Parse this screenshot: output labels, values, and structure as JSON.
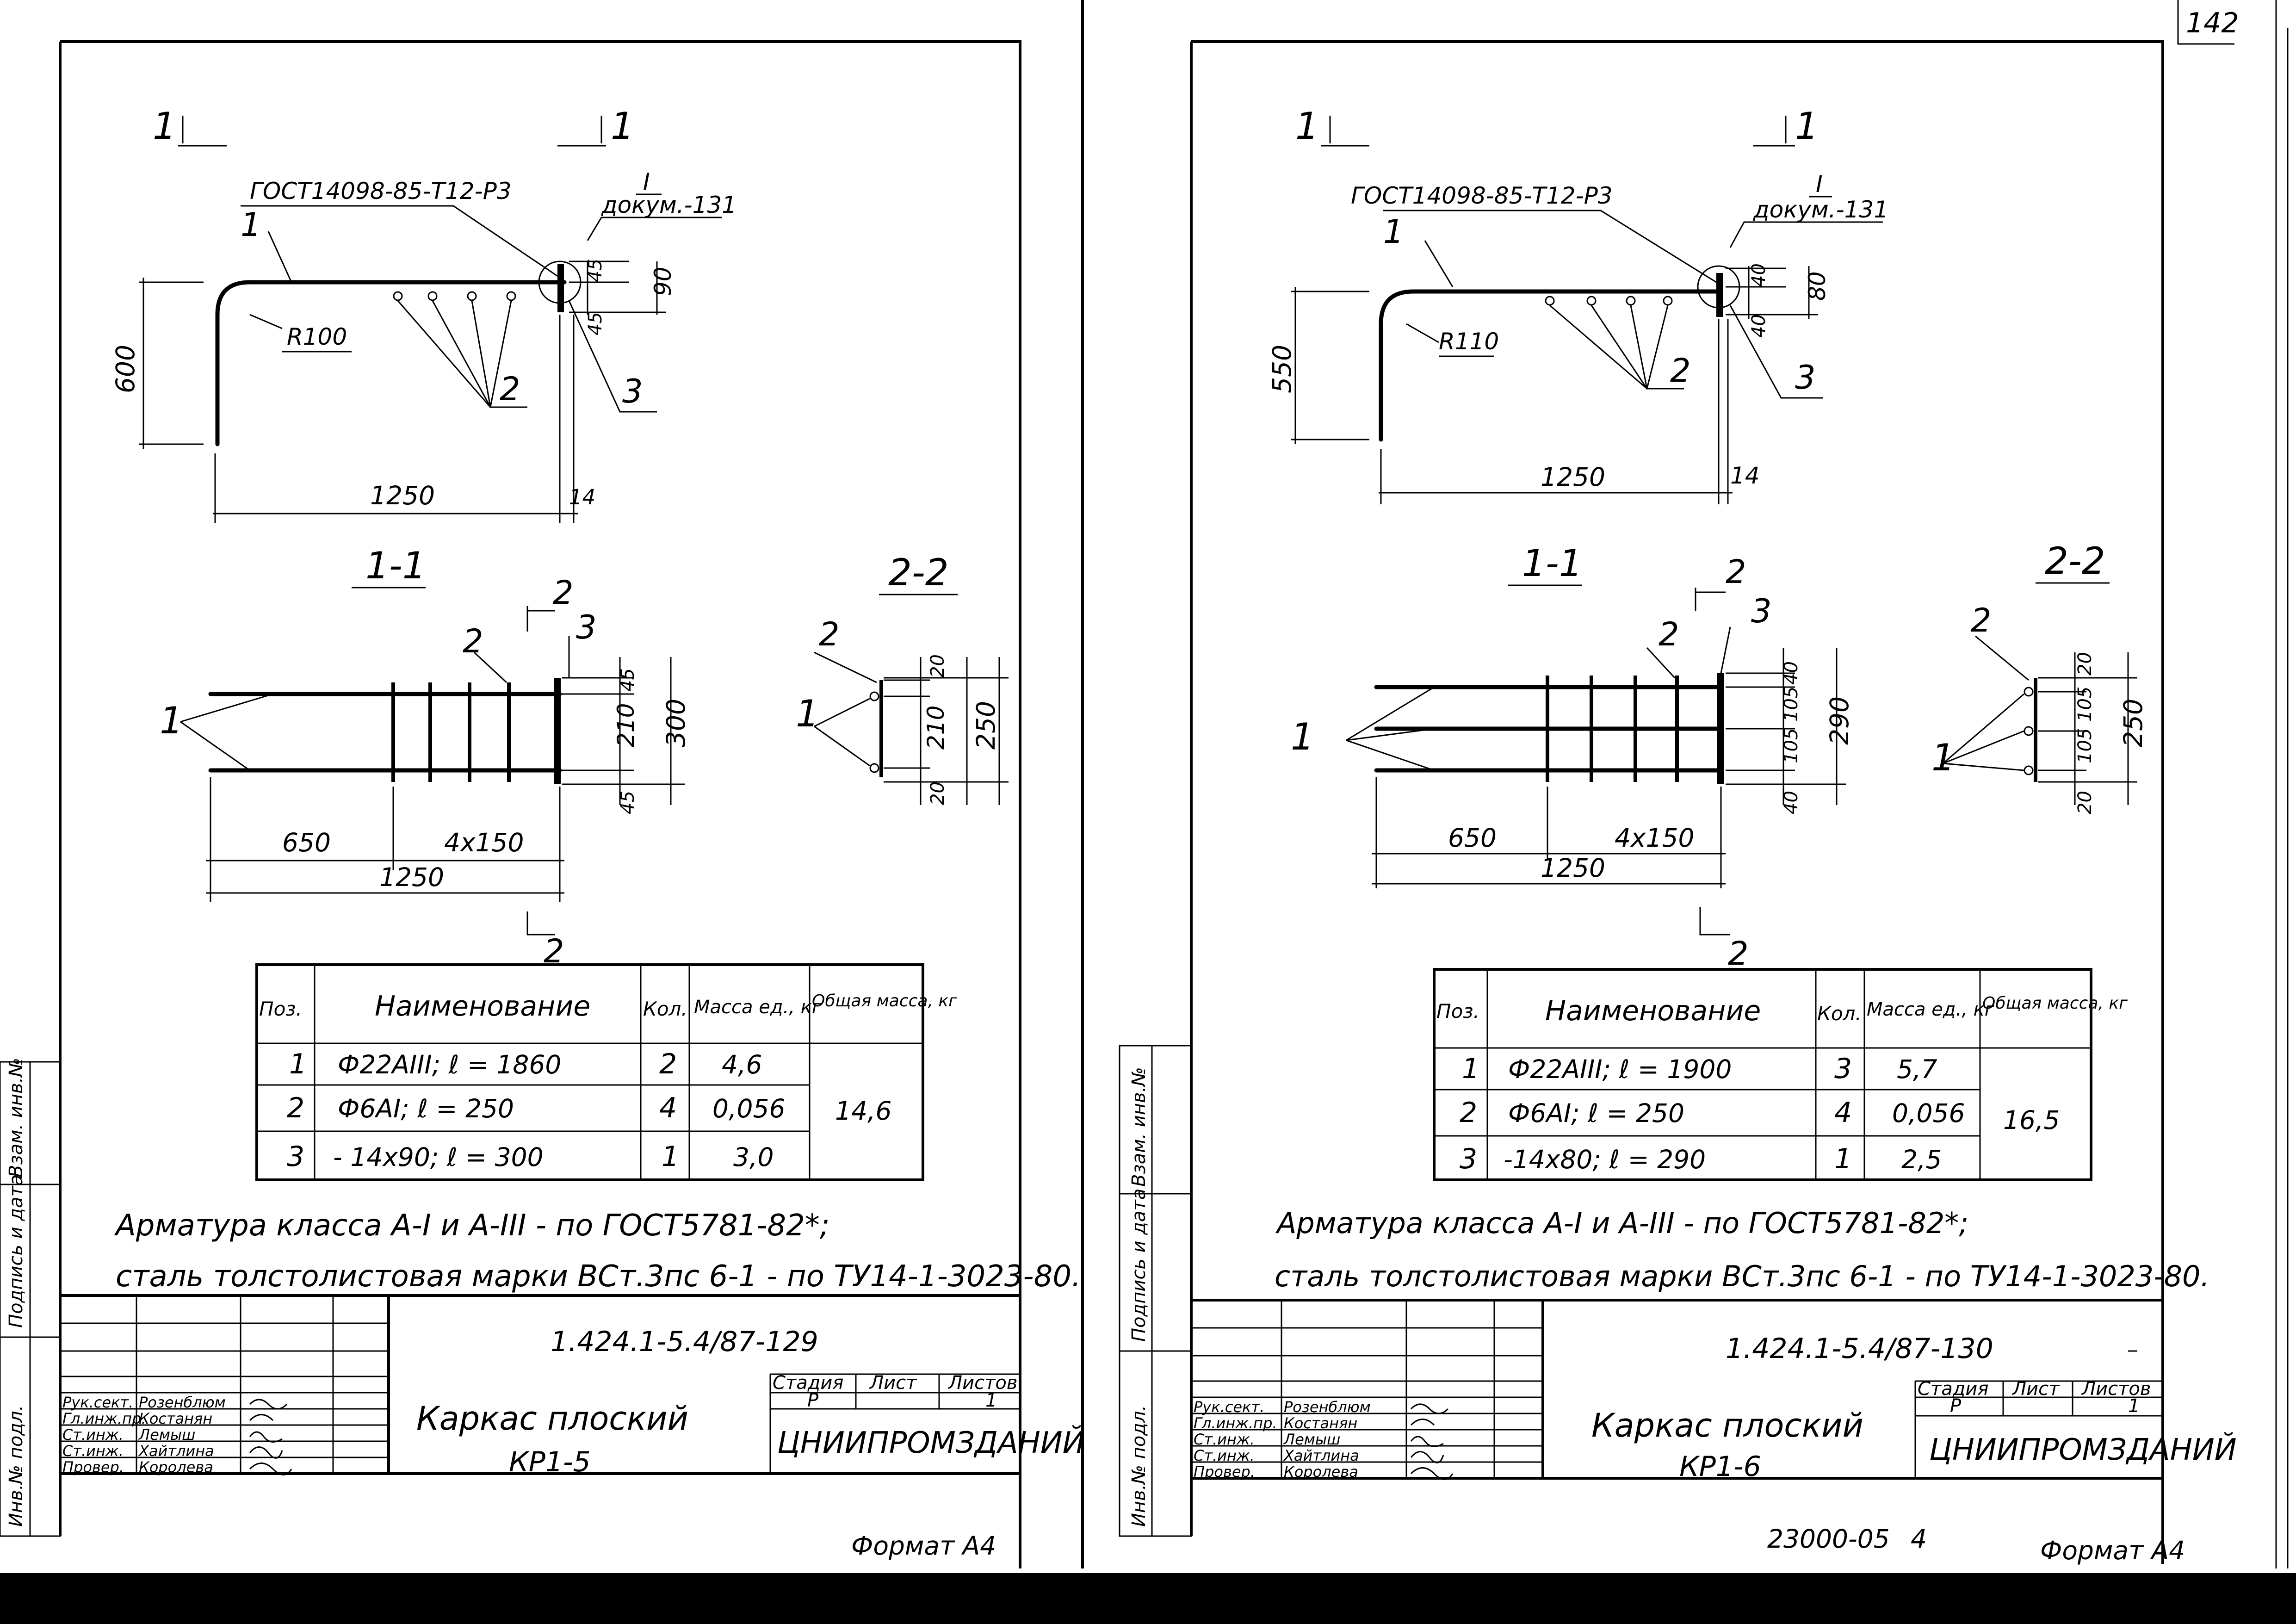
{
  "page_number": "142",
  "archive_number": "23000-05",
  "archive_sheet": "4",
  "sheets": [
    {
      "gost": "ГОСТ14098-85-Т12-Р3",
      "node_ref": "I",
      "node_doc": "докум.-131",
      "radius": "R100",
      "height_dim": "600",
      "length_dim": "1250",
      "plate_dim": "14",
      "plate_h1": "45",
      "plate_h2": "45",
      "plate_total": "90",
      "pos1": "1",
      "pos2": "2",
      "pos3": "3",
      "sec_mark": "1",
      "section11": "1-1",
      "section22": "2-2",
      "sec2_mark": "2",
      "s11_dims": [
        "45",
        "210",
        "45",
        "300"
      ],
      "s11_len1": "650",
      "s11_len2": "4х150",
      "s11_total": "1250",
      "s22_dims": [
        "20",
        "210",
        "20",
        "250"
      ],
      "spec_head": [
        "Поз.",
        "Наименование",
        "Кол.",
        "Масса ед., кг",
        "Общая масса, кг"
      ],
      "spec_rows": [
        {
          "pos": "1",
          "name": "Ф22АIII; ℓ = 1860",
          "qty": "2",
          "mass": "4,6"
        },
        {
          "pos": "2",
          "name": "Ф6АI; ℓ = 250",
          "qty": "4",
          "mass": "0,056"
        },
        {
          "pos": "3",
          "name": "- 14х90; ℓ = 300",
          "qty": "1",
          "mass": "3,0"
        }
      ],
      "total_mass": "14,6",
      "note1": "Арматура класса А-I и А-III - по ГОСТ5781-82*;",
      "note2": "сталь толстолистовая марки ВСт.3пс 6-1 - по ТУ14-1-3023-80.",
      "doc_code": "1.424.1-5.4/87-129",
      "title1": "Каркас плоский",
      "title2": "КР1-5",
      "roles": [
        "Рук.сект.",
        "Гл.инж.пр.",
        "Ст.инж.",
        "Ст.инж.",
        "Провер."
      ],
      "names": [
        "Розенблюм",
        "Костанян",
        "Лемыш",
        "Хайтлина",
        "Королева"
      ],
      "stage_head": [
        "Стадия",
        "Лист",
        "Листов"
      ],
      "stage_vals": [
        "Р",
        "",
        "1"
      ],
      "org": "ЦНИИПРОМЗДАНИЙ",
      "format": "Формат А4",
      "side_stamp": [
        "Инв.№ подл.",
        "Подпись и дата",
        "Взам. инв.№"
      ]
    },
    {
      "gost": "ГОСТ14098-85-Т12-Р3",
      "node_ref": "I",
      "node_doc": "докум.-131",
      "radius": "R110",
      "height_dim": "550",
      "length_dim": "1250",
      "plate_dim": "14",
      "plate_h1": "40",
      "plate_h2": "40",
      "plate_total": "80",
      "pos1": "1",
      "pos2": "2",
      "pos3": "3",
      "sec_mark": "1",
      "section11": "1-1",
      "section22": "2-2",
      "sec2_mark": "2",
      "s11_dims": [
        "40",
        "105",
        "105",
        "40",
        "290"
      ],
      "s11_len1": "650",
      "s11_len2": "4х150",
      "s11_total": "1250",
      "s22_dims": [
        "20",
        "105",
        "105",
        "20",
        "250"
      ],
      "spec_head": [
        "Поз.",
        "Наименование",
        "Кол.",
        "Масса ед., кг",
        "Общая масса, кг"
      ],
      "spec_rows": [
        {
          "pos": "1",
          "name": "Ф22АIII; ℓ = 1900",
          "qty": "3",
          "mass": "5,7"
        },
        {
          "pos": "2",
          "name": "Ф6АI; ℓ = 250",
          "qty": "4",
          "mass": "0,056"
        },
        {
          "pos": "3",
          "name": "-14х80; ℓ = 290",
          "qty": "1",
          "mass": "2,5"
        }
      ],
      "total_mass": "16,5",
      "note1": "Арматура класса А-I и А-III - по ГОСТ5781-82*;",
      "note2": "сталь толстолистовая марки ВСт.3пс 6-1 - по ТУ14-1-3023-80.",
      "doc_code": "1.424.1-5.4/87-130",
      "title1": "Каркас плоский",
      "title2": "КР1-6",
      "roles": [
        "Рук.сект.",
        "Гл.инж.пр.",
        "Ст.инж.",
        "Ст.инж.",
        "Провер."
      ],
      "names": [
        "Розенблюм",
        "Костанян",
        "Лемыш",
        "Хайтлина",
        "Королева"
      ],
      "stage_head": [
        "Стадия",
        "Лист",
        "Листов"
      ],
      "stage_vals": [
        "Р",
        "",
        "1"
      ],
      "org": "ЦНИИПРОМЗДАНИЙ",
      "format": "Формат А4",
      "side_stamp": [
        "Инв.№ подл.",
        "Подпись и дата",
        "Взам. инв.№"
      ]
    }
  ]
}
